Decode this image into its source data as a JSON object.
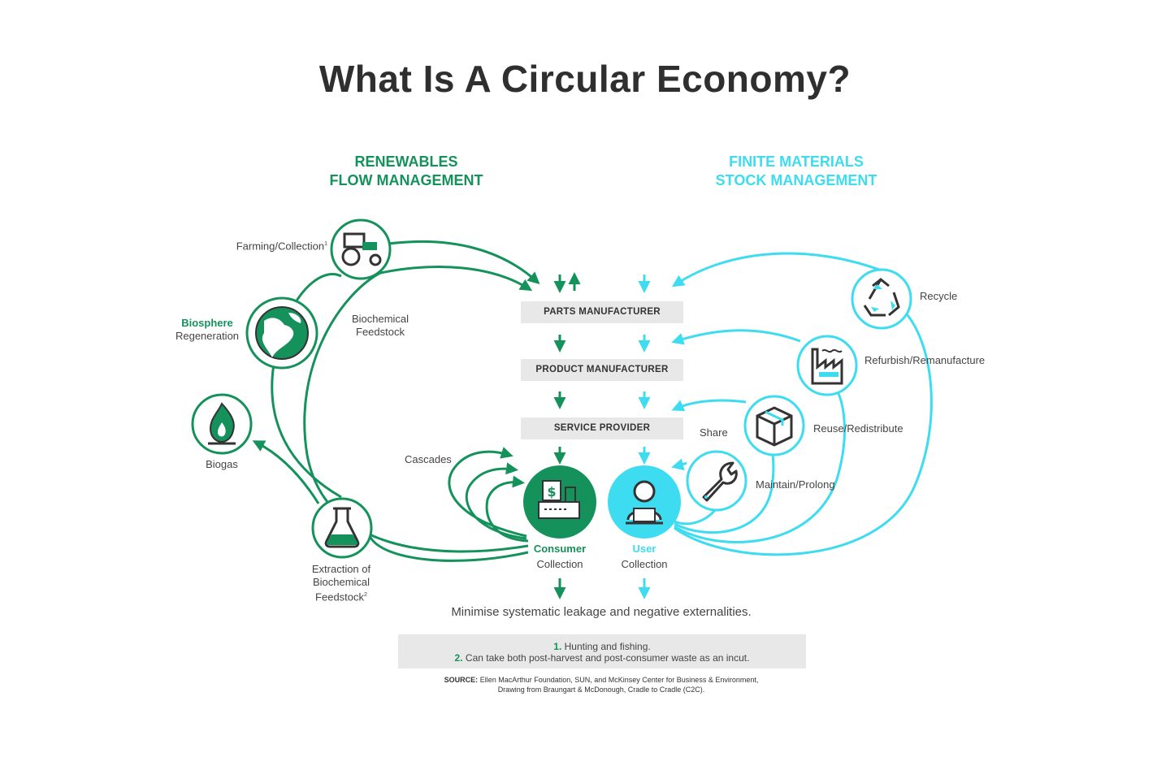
{
  "title": "What Is A Circular Economy?",
  "left_header": {
    "line1": "RENEWABLES",
    "line2": "FLOW MANAGEMENT"
  },
  "right_header": {
    "line1": "FINITE MATERIALS",
    "line2": "STOCK MANAGEMENT"
  },
  "colors": {
    "green": "#15925b",
    "cyan": "#3ddcf0",
    "box": "#e8e8e8",
    "text": "#444444"
  },
  "left_nodes": {
    "farming": "Farming/Collection",
    "farming_sup": "1",
    "biosphere": "Biosphere",
    "regeneration": "Regeneration",
    "biogas": "Biogas",
    "extraction_line1": "Extraction of",
    "extraction_line2": "Biochemical",
    "extraction_line3": "Feedstock",
    "extraction_sup": "2",
    "feedstock_line1": "Biochemical",
    "feedstock_line2": "Feedstock",
    "cascades": "Cascades"
  },
  "boxes": {
    "parts": "PARTS MANUFACTURER",
    "product": "PRODUCT MANUFACTURER",
    "service": "SERVICE PROVIDER"
  },
  "center": {
    "consumer": "Consumer",
    "consumer_sub": "Collection",
    "user": "User",
    "user_sub": "Collection"
  },
  "right_nodes": {
    "recycle": "Recycle",
    "refurbish": "Refurbish/Remanufacture",
    "reuse": "Reuse/Redistribute",
    "share": "Share",
    "maintain": "Maintain/Prolong"
  },
  "icons": [
    "tractor-icon",
    "globe-icon",
    "flame-icon",
    "flask-icon",
    "cash-register-icon",
    "user-laptop-icon",
    "recycle-icon",
    "factory-icon",
    "box-icon",
    "wrench-icon"
  ],
  "tagline": "Minimise systematic leakage and negative externalities.",
  "notes": {
    "n1": "1.",
    "t1": "Hunting and fishing.",
    "n2": "2.",
    "t2": "Can take both post-harvest and post-consumer waste as an incut."
  },
  "source": {
    "label": "SOURCE:",
    "line1": "Ellen MacArthur Foundation, SUN, and McKinsey Center for Business & Environment,",
    "line2": "Drawing from Braungart & McDonough, Cradle to Cradle (C2C)."
  }
}
